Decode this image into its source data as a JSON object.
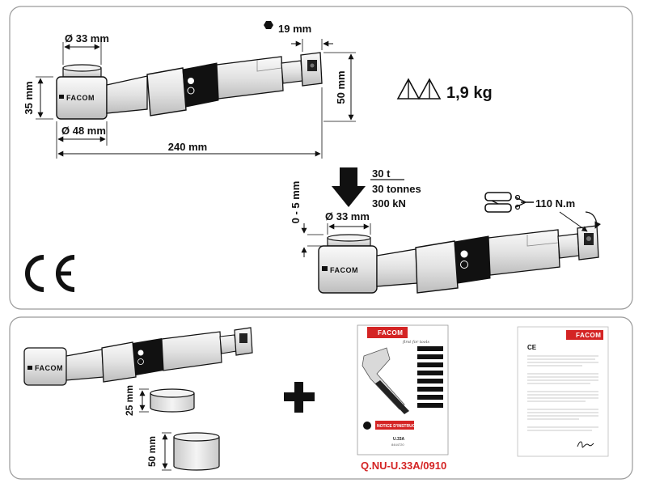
{
  "panel_top": {
    "dimensions": {
      "top_diameter": "Ø 33 mm",
      "hex_size": "19 mm",
      "body_height": "35 mm",
      "body_diameter": "Ø 48 mm",
      "length": "240 mm",
      "head_height": "50 mm"
    },
    "weight": "1,9 kg",
    "brand": "FACOM",
    "force": {
      "tonnage_short": "30 t",
      "tonnage_long": "30 tonnes",
      "kilonewton": "300 kN"
    },
    "stroke": "0 - 5 mm",
    "stroke_diameter": "Ø 33 mm",
    "torque": "110 N.m",
    "ce_mark": "CE"
  },
  "panel_bottom": {
    "brand": "FACOM",
    "spacer_small": "25 mm",
    "spacer_large": "50 mm",
    "plus_sign": "+",
    "manual_reference": "Q.NU-U.33A/0910",
    "manual": {
      "brand": "FACOM",
      "slogan": "first for tools",
      "model": "U.33A",
      "banner": "NOTICE D'INSTRUCTIONS",
      "code": "8444720"
    },
    "certificate": {
      "brand": "FACOM",
      "ce_mark": "CE"
    }
  },
  "colors": {
    "ink": "#111111",
    "accent_red": "#d42424",
    "panel_border": "#9a9a9a",
    "tool_grey": "#e6e6e6"
  }
}
